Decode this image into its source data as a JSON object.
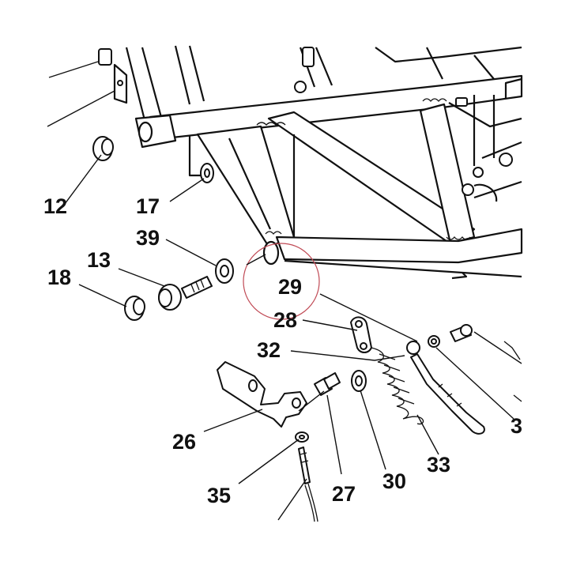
{
  "diagram": {
    "callouts": [
      {
        "id": "c12",
        "text": "12"
      },
      {
        "id": "c17",
        "text": "17"
      },
      {
        "id": "c39",
        "text": "39"
      },
      {
        "id": "c13",
        "text": "13"
      },
      {
        "id": "c18",
        "text": "18"
      },
      {
        "id": "c29",
        "text": "29"
      },
      {
        "id": "c28",
        "text": "28"
      },
      {
        "id": "c32",
        "text": "32"
      },
      {
        "id": "c26",
        "text": "26"
      },
      {
        "id": "c35",
        "text": "35"
      },
      {
        "id": "c27",
        "text": "27"
      },
      {
        "id": "c30",
        "text": "30"
      },
      {
        "id": "c33",
        "text": "33"
      },
      {
        "id": "c3x",
        "text": "3"
      }
    ],
    "highlight_color": "#c04a55",
    "line_color": "#111111"
  }
}
